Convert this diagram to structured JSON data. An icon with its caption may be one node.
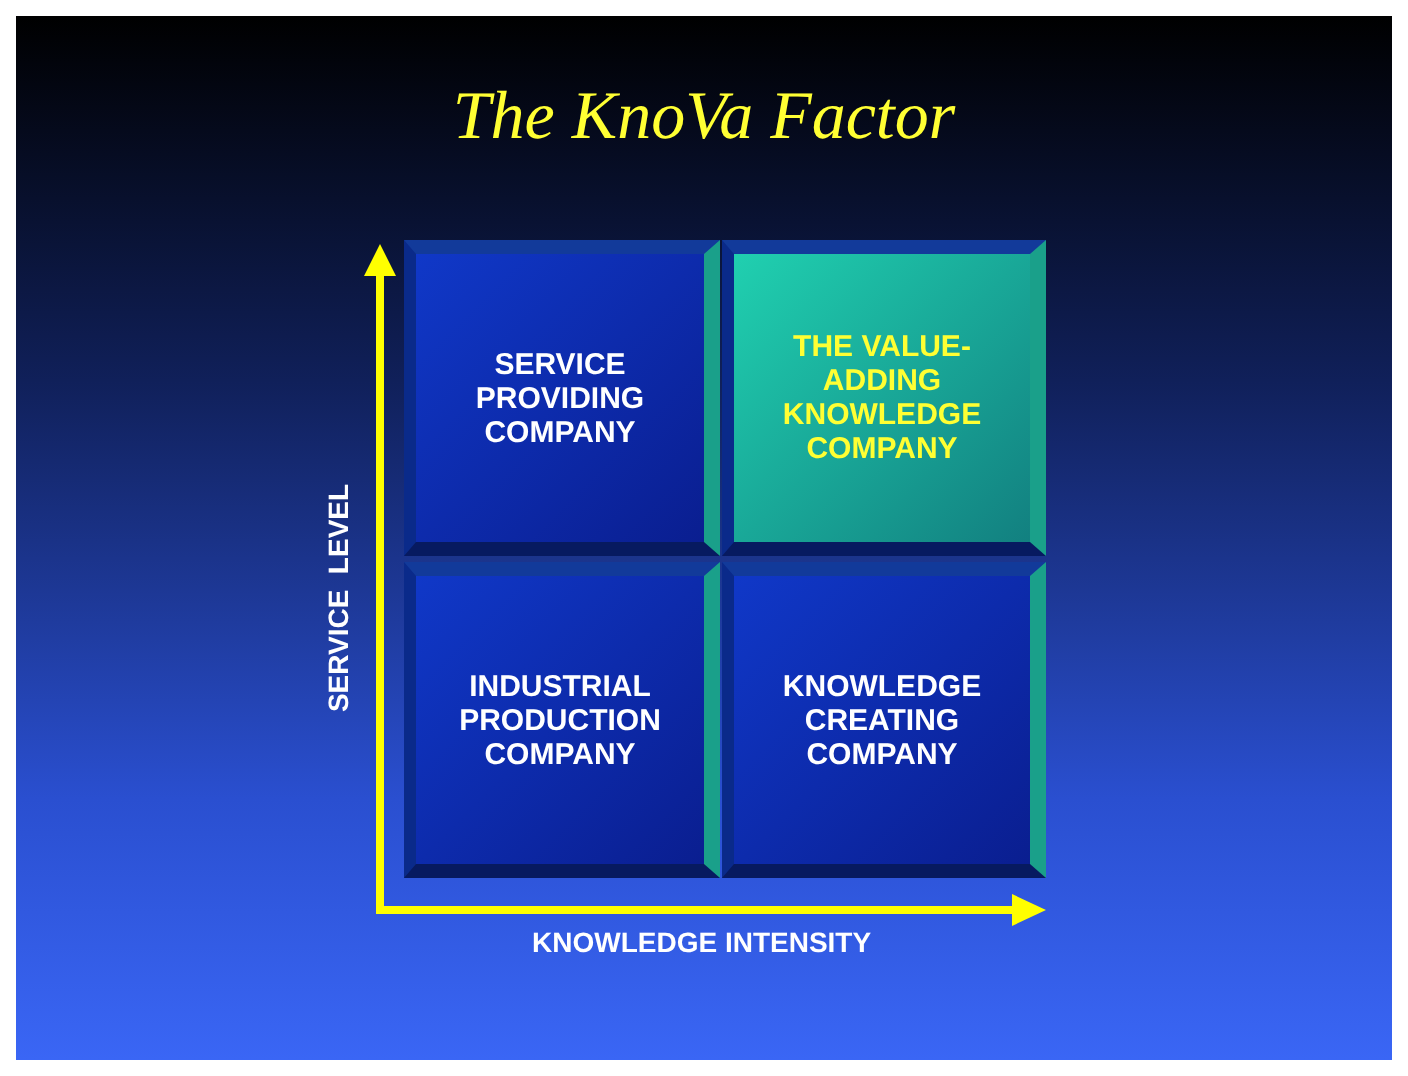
{
  "diagram": {
    "title": "The KnoVa Factor",
    "nodes": [
      {
        "text": [
          "SERVICE PROVIDING COMPANY"
        ]
      },
      {
        "text": [
          "THE VALUE-ADDING KNOWLEDGE COMPANY"
        ]
      },
      {
        "text": [
          "INDUSTRIAL PRODUCTION COMPANY"
        ]
      },
      {
        "text": [
          "KNOWLEDGE CREATING COMPANY"
        ]
      }
    ],
    "edges": [],
    "labels": [
      "SERVICE  LEVEL",
      "KNOWLEDGE INTENSITY"
    ]
  }
}
